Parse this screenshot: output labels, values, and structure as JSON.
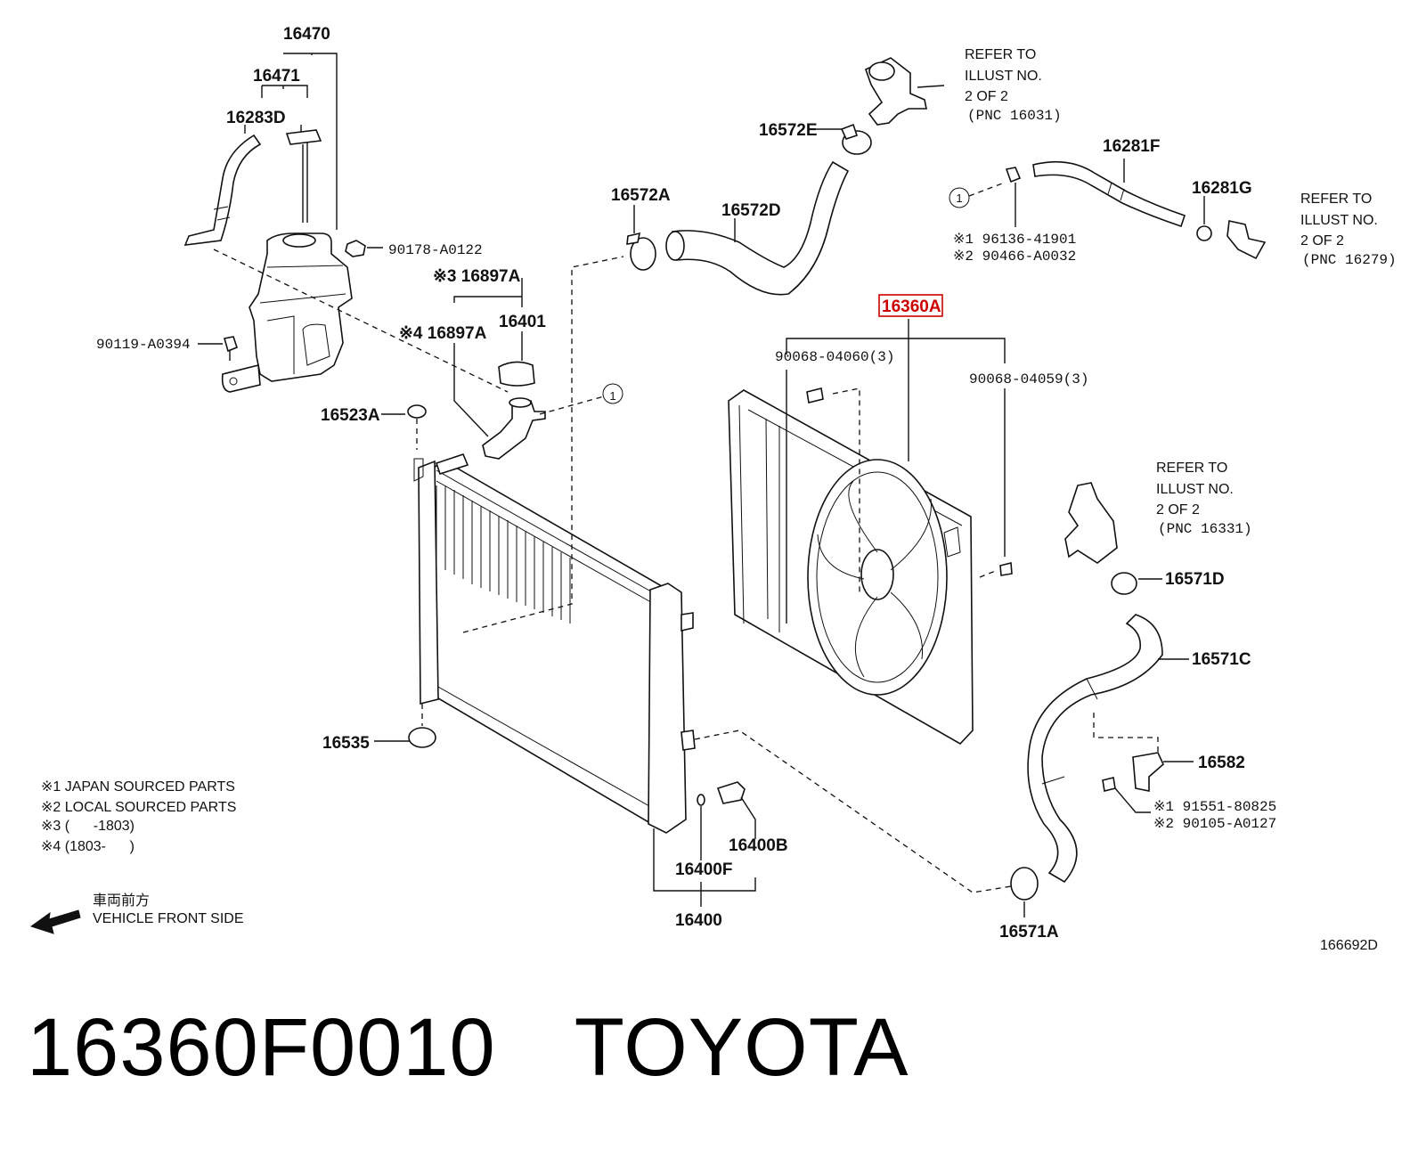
{
  "callouts": {
    "c16470": "16470",
    "c16471": "16471",
    "c16283D": "16283D",
    "c90178": "90178-A0122",
    "c16897A_3": "※3 16897A",
    "c16401": "16401",
    "c16897A_4": "※4 16897A",
    "c90119": "90119-A0394",
    "c16523A": "16523A",
    "c16535": "16535",
    "c16572E": "16572E",
    "c16572A": "16572A",
    "c16572D": "16572D",
    "c16281F": "16281F",
    "c16281G": "16281G",
    "c96136": "※1 96136-41901",
    "c90466": "※2 90466-A0032",
    "c16360A": "16360A",
    "c90068_60": "90068-04060(3)",
    "c90068_59": "90068-04059(3)",
    "c16571D": "16571D",
    "c16571C": "16571C",
    "c16582": "16582",
    "c91551": "※1 91551-80825",
    "c90105": "※2 90105-A0127",
    "c16571A": "16571A",
    "c16400B": "16400B",
    "c16400F": "16400F",
    "c16400": "16400",
    "circle_ref": "1"
  },
  "refer_notes": {
    "top": [
      "REFER TO",
      "ILLUST NO.",
      "2 OF 2",
      "(PNC 16031)"
    ],
    "right_top": [
      "REFER TO",
      "ILLUST NO.",
      "2 OF 2",
      "(PNC 16279)"
    ],
    "right_mid": [
      "REFER TO",
      "ILLUST NO.",
      "2 OF 2",
      "(PNC 16331)"
    ]
  },
  "legend": {
    "line1": "※1 JAPAN SOURCED PARTS",
    "line2": "※2 LOCAL SOURCED PARTS",
    "line3": "※3 (      -1803)",
    "line4": "※4 (1803-      )"
  },
  "front": {
    "jp": "車両前方",
    "en": "VEHICLE FRONT SIDE"
  },
  "illustration_no": "166692D",
  "highlight_color": "#cc0000",
  "caption": {
    "part_number": "16360F0010",
    "brand": "TOYOTA"
  }
}
